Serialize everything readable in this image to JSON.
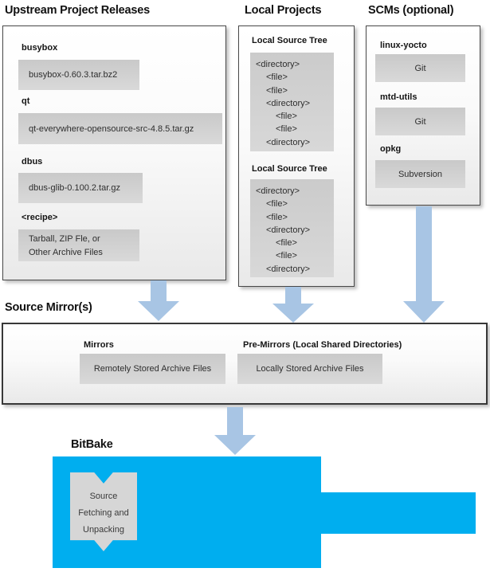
{
  "upstream": {
    "title": "Upstream Project Releases",
    "items": [
      {
        "label": "busybox",
        "file": "busybox-0.60.3.tar.bz2"
      },
      {
        "label": "qt",
        "file": "qt-everywhere-opensource-src-4.8.5.tar.gz"
      },
      {
        "label": "dbus",
        "file": "dbus-glib-0.100.2.tar.gz"
      },
      {
        "label": "<recipe>",
        "file_lines": [
          "Tarball, ZIP Fle, or",
          "Other Archive Files"
        ]
      }
    ]
  },
  "local_projects": {
    "title": "Local Projects",
    "trees": [
      {
        "label": "Local Source Tree",
        "lines": [
          "<directory>",
          "<file>",
          "<file>",
          "<directory>",
          "<file>",
          "<file>",
          "<directory>"
        ]
      },
      {
        "label": "Local Source Tree",
        "lines": [
          "<directory>",
          "<file>",
          "<file>",
          "<directory>",
          "<file>",
          "<file>",
          "<directory>"
        ]
      }
    ]
  },
  "scms": {
    "title": "SCMs (optional)",
    "items": [
      {
        "label": "linux-yocto",
        "tool": "Git"
      },
      {
        "label": "mtd-utils",
        "tool": "Git"
      },
      {
        "label": "opkg",
        "tool": "Subversion"
      }
    ]
  },
  "source_mirrors": {
    "title": "Source Mirror(s)",
    "mirrors_label": "Mirrors",
    "mirrors_value": "Remotely Stored Archive Files",
    "premirrors_label": "Pre-Mirrors (Local Shared Directories)",
    "premirrors_value": "Locally Stored Archive Files"
  },
  "bitbake": {
    "title": "BitBake",
    "ribbon_lines": [
      "Source",
      "Fetching and",
      "Unpacking"
    ]
  },
  "colors": {
    "bitbake_blue": "#00aeef",
    "arrow_blue": "#a8c5e4",
    "box_grey": "#d6d6d6"
  }
}
